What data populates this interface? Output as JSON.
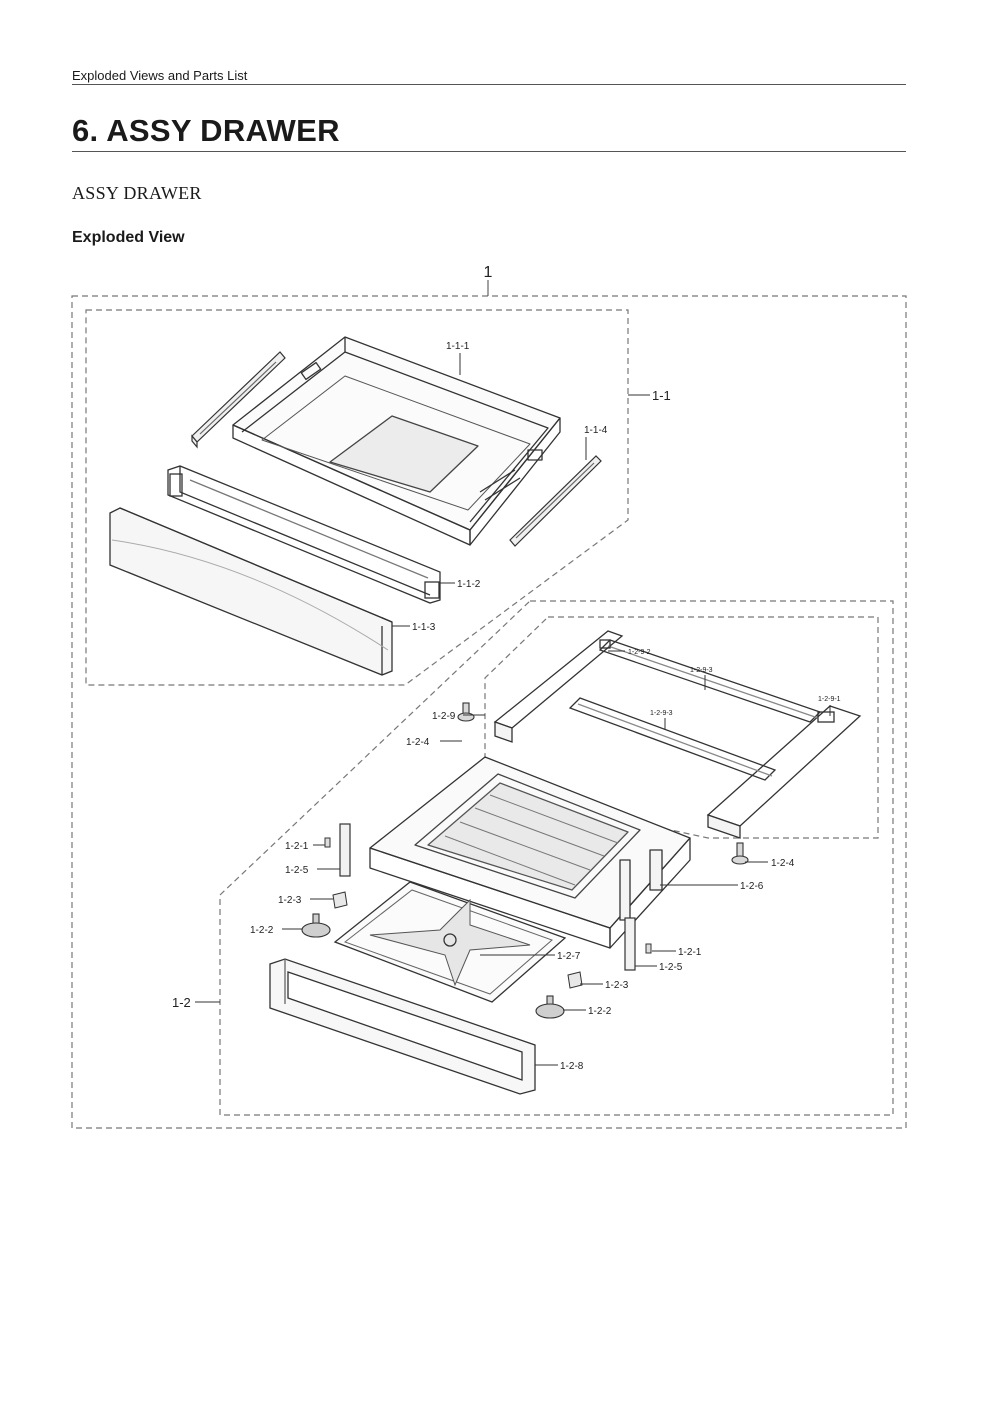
{
  "header": {
    "text": "Exploded Views and Parts List"
  },
  "section": {
    "title": "6.  ASSY DRAWER",
    "subtitle": "ASSY DRAWER",
    "view_heading": "Exploded View"
  },
  "labels": {
    "assy": "1",
    "drawer_assy": "1-1",
    "body": "1-1-1",
    "frame": "1-1-2",
    "front_panel": "1-1-3",
    "rail": "1-1-4",
    "base_assy": "1-2",
    "sub_assy": "1-2-9",
    "bracket_top": "1-2-9-2",
    "rail_left": "1-2-9-3",
    "rail_middle": "1-2-9-3",
    "bracket_right": "1-2-9-1",
    "foot_upper_left": "1-2-4",
    "foot_right": "1-2-4",
    "screw_left": "1-2-1",
    "bracket_left": "1-2-5",
    "clip_left": "1-2-3",
    "wheel_left": "1-2-2",
    "chassis": "1-2-6",
    "screw_right": "1-2-1",
    "bracket_right_lower": "1-2-5",
    "clip_right": "1-2-3",
    "wheel_right": "1-2-2",
    "bottom_plate": "1-2-7",
    "front_frame": "1-2-8"
  }
}
